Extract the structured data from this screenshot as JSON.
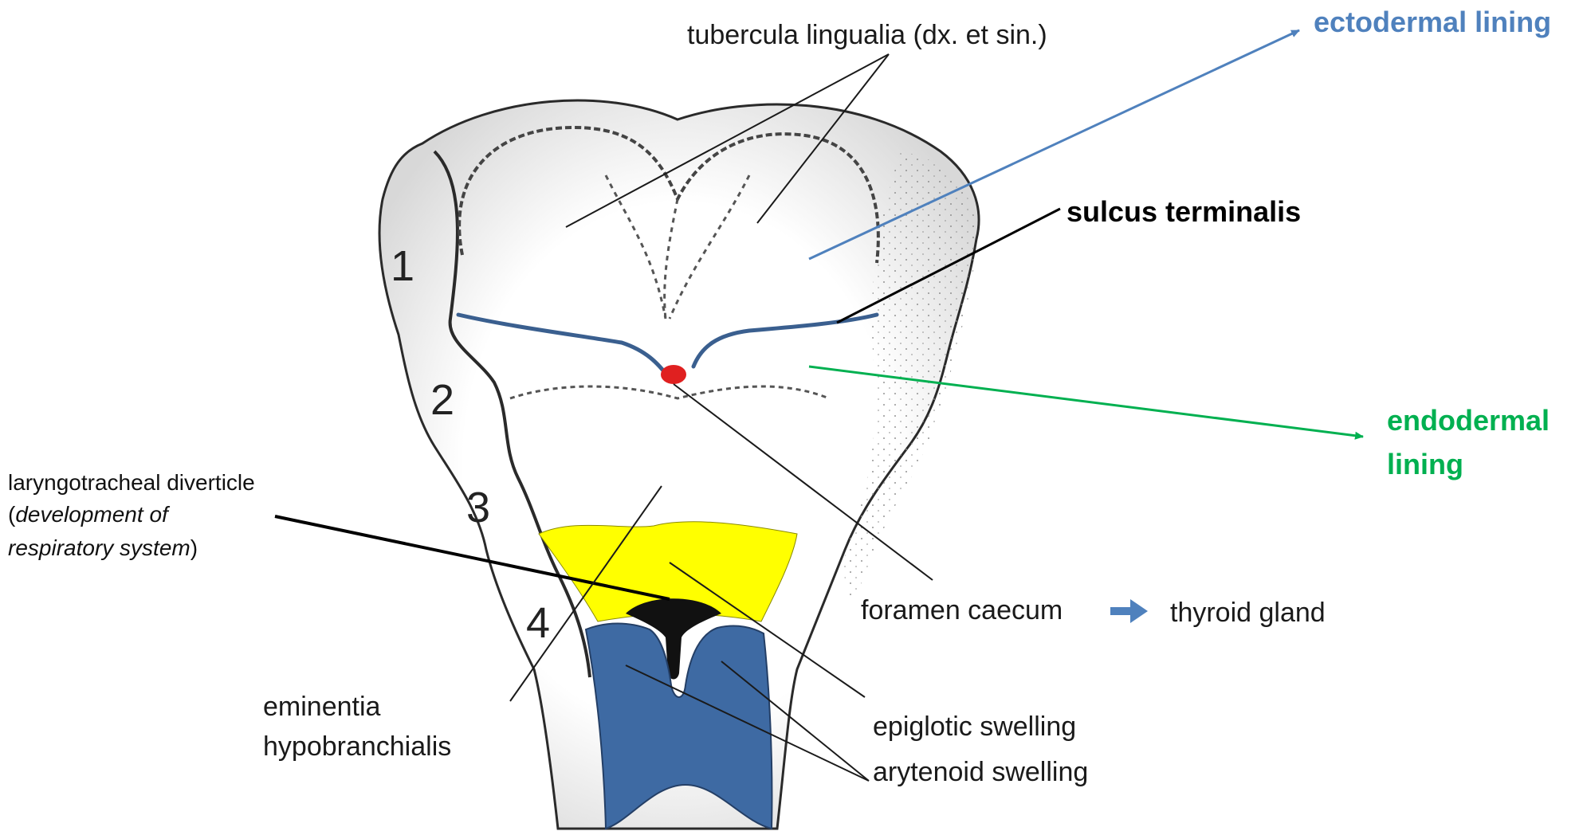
{
  "labels": {
    "tubercula": "tubercula lingualia (dx. et sin.)",
    "ectodermal": "ectodermal lining",
    "sulcus": "sulcus terminalis",
    "endodermal_1": "endodermal",
    "endodermal_2": "lining",
    "laryngo_1": "laryngotracheal diverticle",
    "laryngo_2_open": "(",
    "laryngo_2_italic": "development of",
    "laryngo_3_italic": "respiratory system",
    "laryngo_3_close": ")",
    "foramen": "foramen caecum",
    "thyroid": "thyroid gland",
    "eminentia_1": "eminentia",
    "eminentia_2": "hypobranchialis",
    "epiglotic": "epiglotic swelling",
    "arytenoid": "arytenoid swelling"
  },
  "arch_numbers": [
    "1",
    "2",
    "3",
    "4"
  ],
  "colors": {
    "ectodermal": "#4f81bd",
    "endodermal": "#00b050",
    "sulcus_line": "#3a5f8f",
    "foramen_dot": "#e02020",
    "epiglotic": "#ffff00",
    "arytenoid": "#3e6aa3",
    "outline": "#2a2a2a",
    "pointer": "#1a1a1a"
  }
}
